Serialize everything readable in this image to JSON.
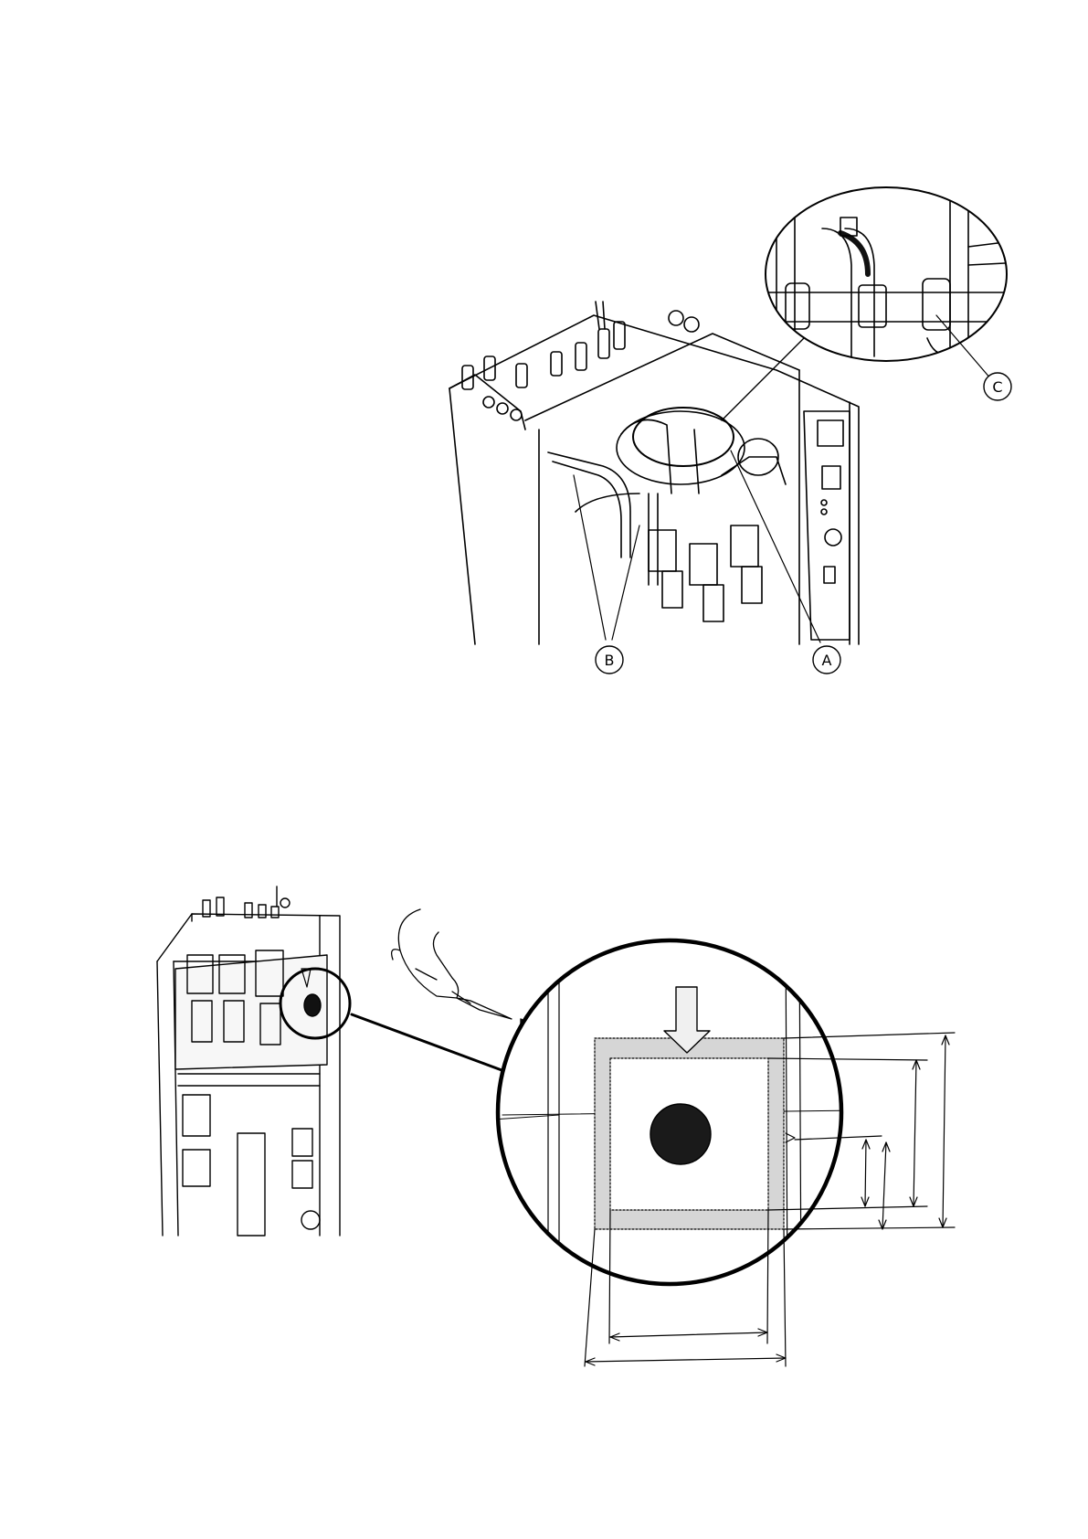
{
  "figure_top": {
    "callouts": [
      {
        "id": "A",
        "label": "A"
      },
      {
        "id": "B",
        "label": "B"
      },
      {
        "id": "C",
        "label": "C"
      }
    ]
  },
  "figure_bottom": {
    "callouts": []
  },
  "colors": {
    "line": "#000000",
    "background": "#ffffff",
    "light_gray": "#f0f0f0",
    "mid_gray": "#d0d0d0",
    "dark_fill": "#1a1a1a"
  }
}
